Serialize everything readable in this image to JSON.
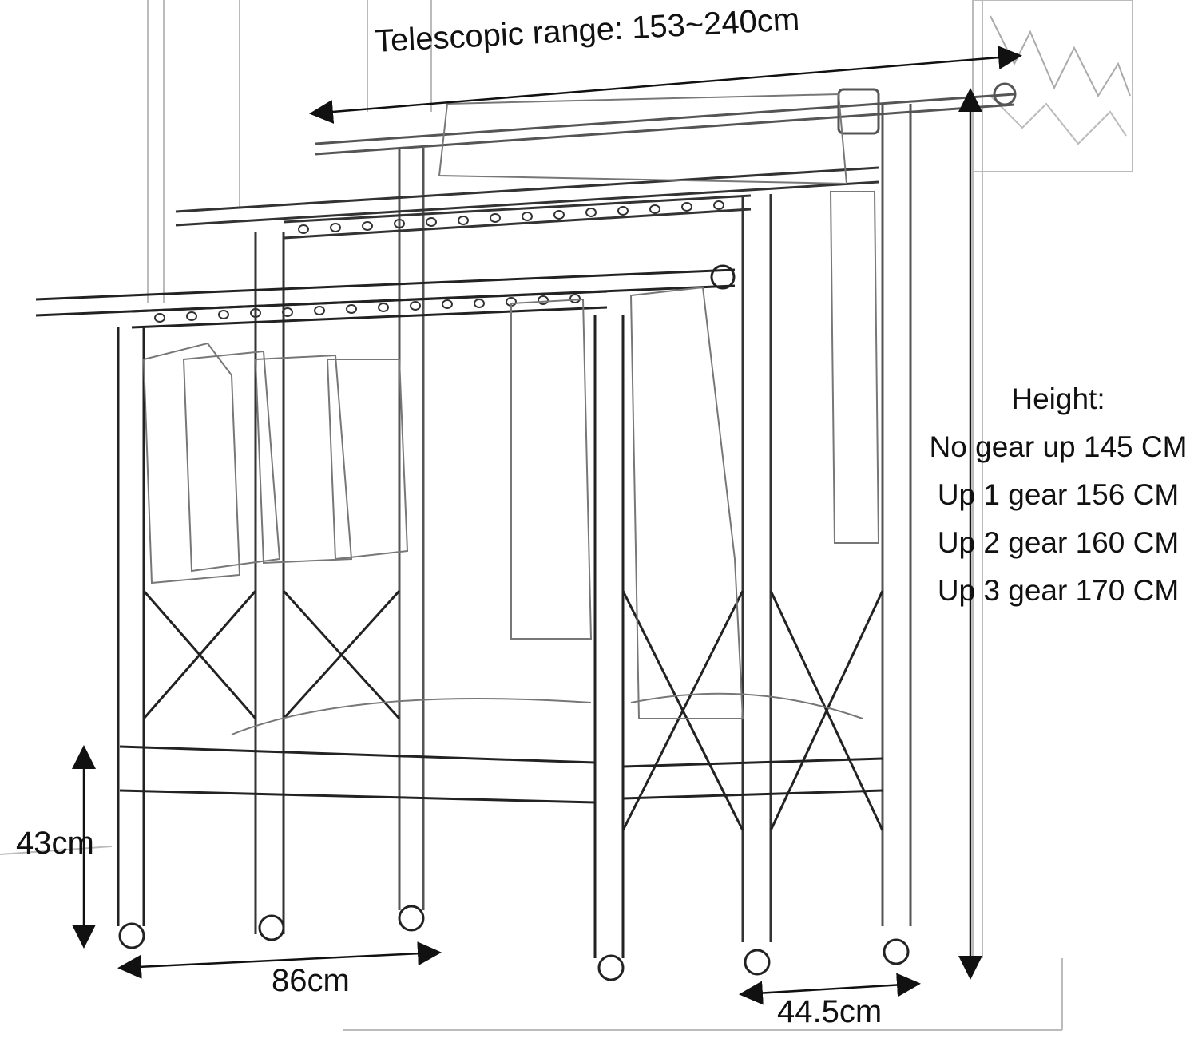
{
  "dimensions": {
    "telescopic_range": "Telescopic range: 153~240cm",
    "width": "86cm",
    "depth": "44.5cm",
    "bottom_height": "43cm",
    "height": {
      "title": "Height:",
      "lines": [
        "No gear up 145 CM",
        "Up 1 gear 156 CM",
        "Up 2 gear 160 CM",
        "Up 3 gear 170 CM"
      ]
    }
  },
  "colors": {
    "ink": "#111111",
    "sketch": "#555555",
    "background": "#ffffff"
  }
}
